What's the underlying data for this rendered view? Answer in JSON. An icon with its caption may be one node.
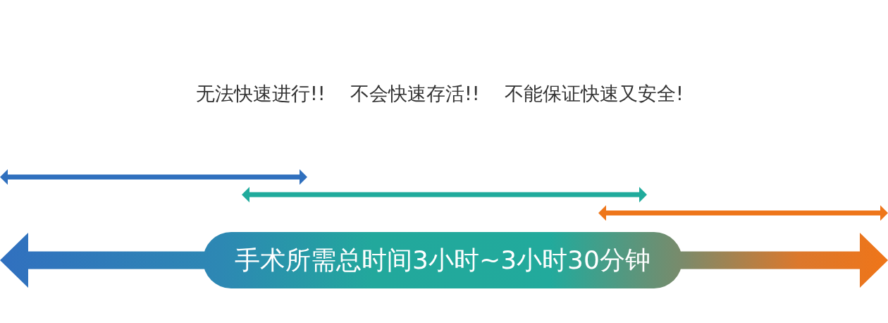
{
  "diagram": {
    "nodes": [
      {
        "text": [
          "手术所需总时间3小时~3小时30分钟"
        ]
      }
    ],
    "labels": [
      "无法快速进行!!",
      "不会快速存活!!",
      "不能保证快速又安全!"
    ]
  }
}
